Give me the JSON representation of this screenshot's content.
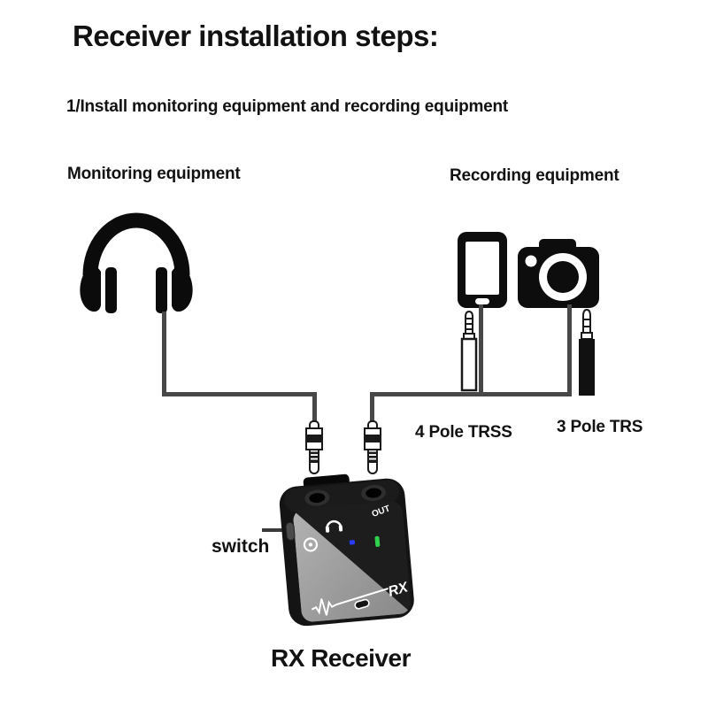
{
  "header": {
    "title": "Receiver installation steps:",
    "step1": "1/Install monitoring equipment and recording equipment"
  },
  "sections": {
    "monitoring": {
      "label": "Monitoring equipment",
      "icon": "headphones-icon"
    },
    "recording": {
      "label": "Recording equipment",
      "icons": [
        "smartphone-icon",
        "camera-icon"
      ]
    }
  },
  "connectors": {
    "trrs": {
      "label": "4 Pole TRSS",
      "icon": "trrs-plug-icon",
      "poles": 4
    },
    "trs": {
      "label": "3 Pole TRS",
      "icon": "trs-plug-icon",
      "poles": 3
    }
  },
  "device": {
    "caption": "RX Receiver",
    "switch_label": "switch",
    "markings": {
      "out": "OUT",
      "rx": "RX"
    },
    "leds": [
      {
        "name": "blue-led",
        "color": "#2a3bff"
      },
      {
        "name": "green-led",
        "color": "#2fd14d"
      }
    ]
  },
  "colors": {
    "cable": "#484848",
    "device_body": "#141414",
    "device_face_gray": "#9e9e9e",
    "text": "#121212"
  }
}
